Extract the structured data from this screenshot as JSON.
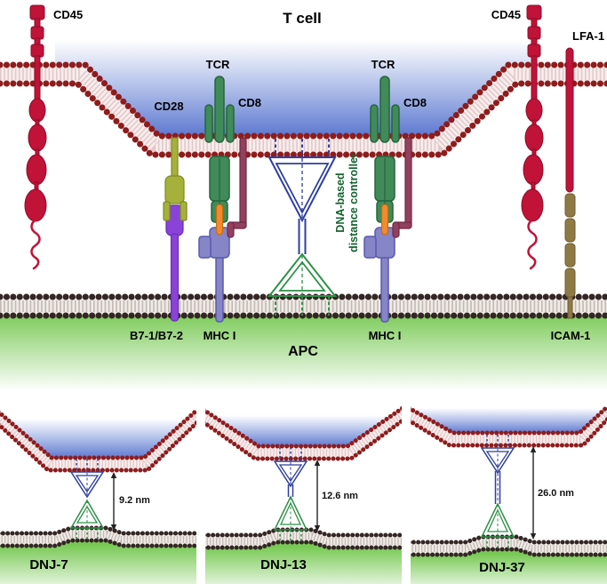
{
  "main": {
    "t_cell": "T cell",
    "apc": "APC",
    "cd45_left": "CD45",
    "cd45_right": "CD45",
    "lfa1": "LFA-1",
    "icam1": "ICAM-1",
    "tcr_left": "TCR",
    "tcr_right": "TCR",
    "cd8_left": "CD8",
    "cd8_right": "CD8",
    "cd28": "CD28",
    "b7": "B7-1/B7-2",
    "mhc_left": "MHC I",
    "mhc_right": "MHC I",
    "dna_line1": "DNA-based",
    "dna_line2": "distance controller"
  },
  "panels": [
    {
      "name": "DNJ-7",
      "distance": "9.2 nm"
    },
    {
      "name": "DNJ-13",
      "distance": "12.6 nm"
    },
    {
      "name": "DNJ-37",
      "distance": "26.0 nm"
    }
  ],
  "colors": {
    "tcell_membrane_bead": "#8e1c1c",
    "apc_membrane_bead": "#332624",
    "tcell_cytoplasm": "#4a6fd0",
    "apc_cytoplasm": "#69c341",
    "cd45_lfa1_red": "#c11238",
    "icam1_tan": "#8f7a45",
    "cd28_olive": "#a5b13b",
    "b7_purple": "#8b42d8",
    "tcr_green": "#418a59",
    "mhc_slate": "#8585c8",
    "cd8_maroon": "#93405f",
    "peptide_orange": "#f28b2b",
    "dna_blue": "#2e3f9e",
    "dna_green": "#2f9147"
  }
}
